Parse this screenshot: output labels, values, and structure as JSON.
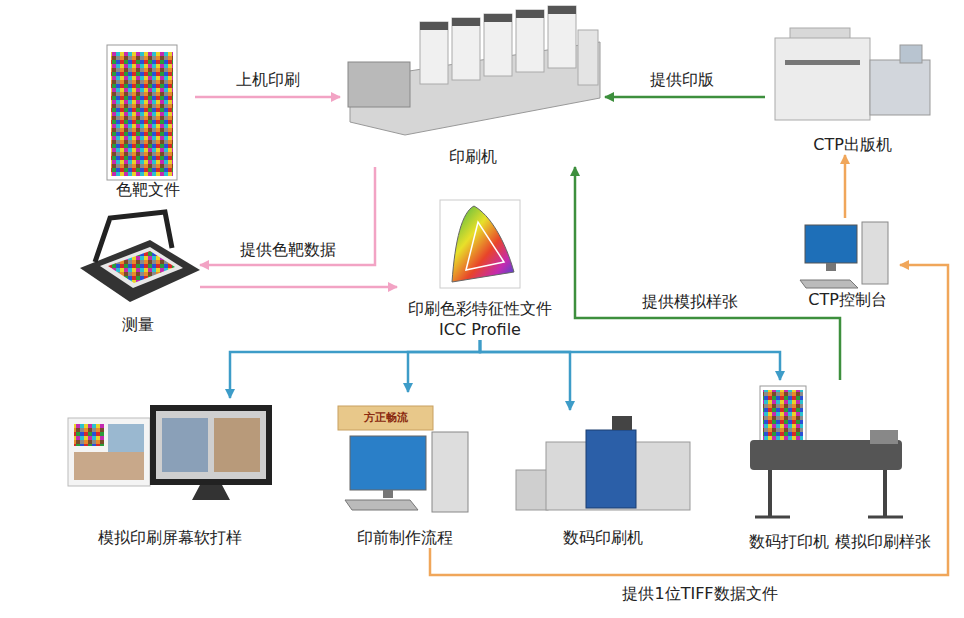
{
  "diagram": {
    "nodes": [
      {
        "text": [
          "色靶文件"
        ]
      },
      {
        "text": [
          "印刷机"
        ]
      },
      {
        "text": [
          "CTP出版机"
        ]
      },
      {
        "text": [
          "测量"
        ]
      },
      {
        "text": [
          "印刷色彩特征性文件 ICC Profile"
        ]
      },
      {
        "text": [
          "CTP控制台"
        ]
      },
      {
        "text": [
          "模拟印刷屏幕软打样"
        ]
      },
      {
        "text": [
          "印前制作流程"
        ]
      },
      {
        "text": [
          "数码印刷机"
        ]
      },
      {
        "text": [
          "数码打印机 模拟印刷样张"
        ]
      }
    ],
    "edges": [
      {
        "from": 0,
        "to": 1,
        "label": "上机印刷",
        "arrow": "to"
      },
      {
        "from": 1,
        "to": 3,
        "label": "提供色靶数据",
        "arrow": "to"
      },
      {
        "from": 3,
        "to": 4,
        "arrow": "to"
      },
      {
        "from": 2,
        "to": 1,
        "label": "提供印版",
        "arrow": "to"
      },
      {
        "from": 5,
        "to": 2,
        "arrow": "to"
      },
      {
        "from": 9,
        "to": 1,
        "label": "提供模拟样张",
        "arrow": "to"
      },
      {
        "from": 4,
        "to": 6,
        "arrow": "to"
      },
      {
        "from": 4,
        "to": 7,
        "arrow": "to"
      },
      {
        "from": 4,
        "to": 8,
        "arrow": "to"
      },
      {
        "from": 4,
        "to": 9,
        "arrow": "to"
      },
      {
        "from": 7,
        "to": 5,
        "label": "提供1位TIFF数据文件",
        "arrow": "to"
      }
    ],
    "labels": [
      "方正畅流"
    ]
  }
}
